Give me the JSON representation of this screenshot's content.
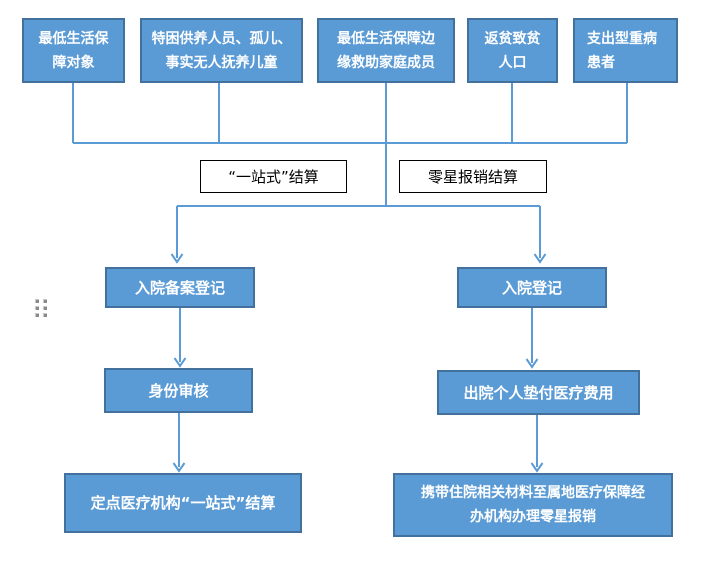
{
  "diagram": {
    "title_semantic": "medical-assistance-settlement-flowchart",
    "colors": {
      "node_fill": "#5b9bd5",
      "node_border": "#41719c",
      "connector": "#5b9bd5",
      "node_text": "#ffffff",
      "label_box_border": "#000000",
      "label_box_text": "#000000",
      "handle_dot": "#8a8a8a"
    },
    "top_nodes": [
      {
        "lines": [
          "最低生活保",
          "障对象"
        ]
      },
      {
        "lines": [
          "特困供养人员、孤儿、",
          "事实无人抚养儿童"
        ]
      },
      {
        "lines": [
          "最低生活保障边",
          "缘救助家庭成员"
        ]
      },
      {
        "lines": [
          "返贫致贫",
          "人口"
        ]
      },
      {
        "lines": [
          "支出型重病",
          "患者"
        ]
      }
    ],
    "settlement_labels": [
      {
        "text": "“一站式”结算"
      },
      {
        "text": "零星报销结算"
      }
    ],
    "left_branch": [
      {
        "lines": [
          "入院备案登记"
        ]
      },
      {
        "lines": [
          "身份审核"
        ]
      },
      {
        "lines": [
          "定点医疗机构“一站式”结算"
        ]
      }
    ],
    "right_branch": [
      {
        "lines": [
          "入院登记"
        ]
      },
      {
        "lines": [
          "出院个人垫付医疗费用"
        ]
      },
      {
        "lines": [
          "携带住院相关材料至属地医疗保障经",
          "办机构办理零星报销"
        ]
      }
    ],
    "icons": {
      "drag_handle_icon": "six-dot-grid"
    }
  }
}
